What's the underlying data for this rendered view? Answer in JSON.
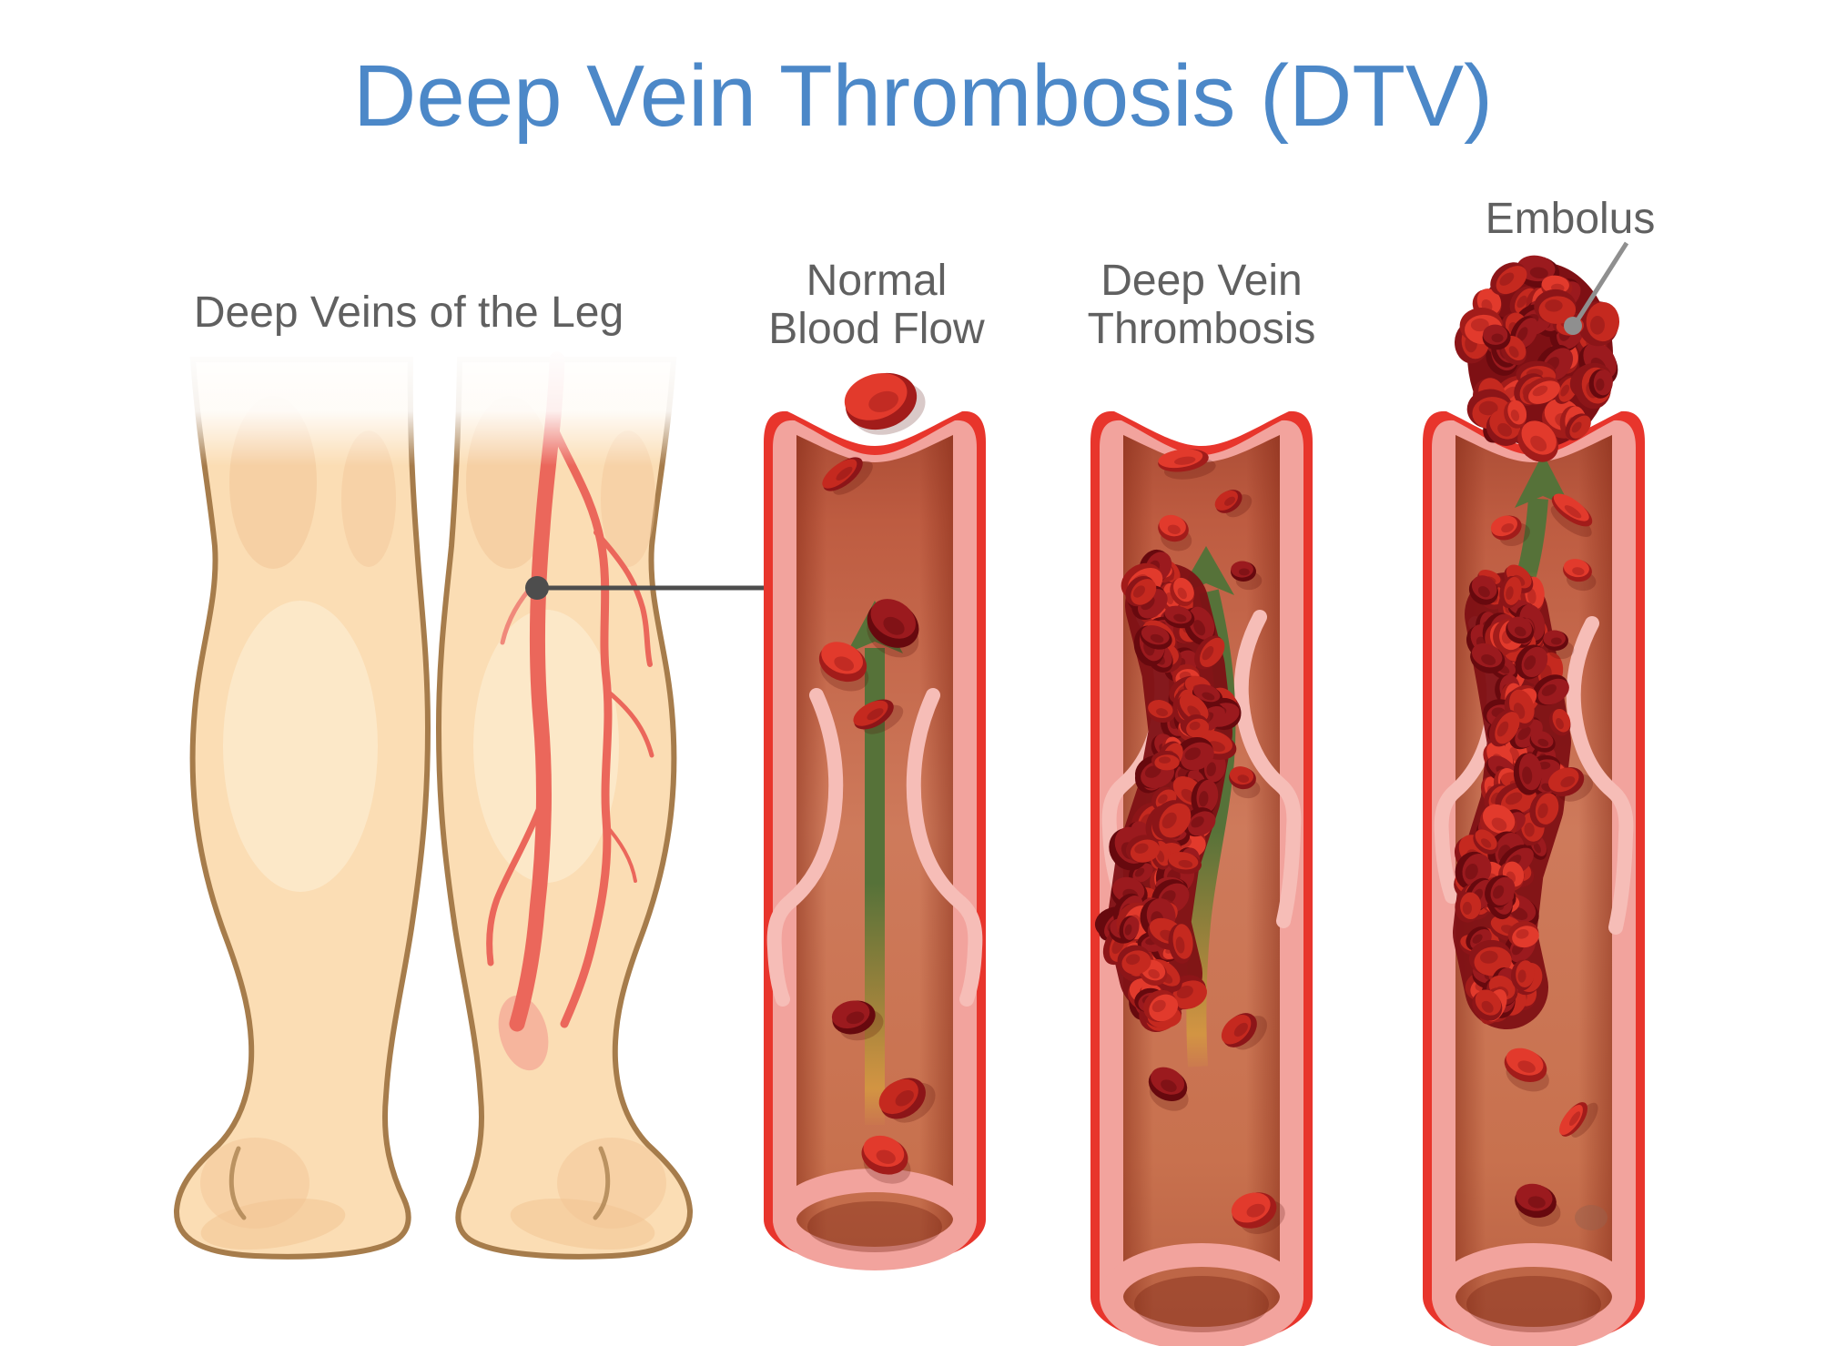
{
  "title": "Deep Vein Thrombosis (DTV)",
  "labels": {
    "leg_panel": "Deep Veins of the Leg",
    "normal_line1": "Normal",
    "normal_line2": "Blood Flow",
    "dvt_line1": "Deep Vein",
    "dvt_line2": "Thrombosis",
    "embolus": "Embolus"
  },
  "colors": {
    "title": "#4C88C8",
    "label": "#606060",
    "skin": "#FBDDB4",
    "skin_shade": "#F2C493",
    "skin_highlight": "#FEF0D8",
    "outline": "#A67C4B",
    "leg_vein": "#EB675B",
    "leg_vein_light": "#F0897B",
    "ankle_blush": "#F2948A",
    "vein_outer": "#E8352C",
    "vein_lining": "#F2A39D",
    "valve": "#F6BDB7",
    "interior_top": "#A84A33",
    "interior_upper": "#BE5C41",
    "interior_mid": "#CE7A5B",
    "interior_lower": "#C8714E",
    "interior_bottom": "#B85F42",
    "side_shade": "rgba(122,30,12,0.45)",
    "rim_shadow": "rgba(116,32,14,0.35)",
    "arrow_green": "#567239",
    "arrow_orange": "#D49A40",
    "connector": "#4D4D4D",
    "pointer": "#8F8F8F",
    "clot_backdrop": "#7E1014",
    "cell_bright_hi": "#E23A2C",
    "cell_bright_lo": "#A21C1A",
    "cell_mid_hi": "#C5291F",
    "cell_mid_lo": "#8C1518",
    "cell_dark_hi": "#9B1A1E",
    "cell_dark_lo": "#67090E"
  }
}
